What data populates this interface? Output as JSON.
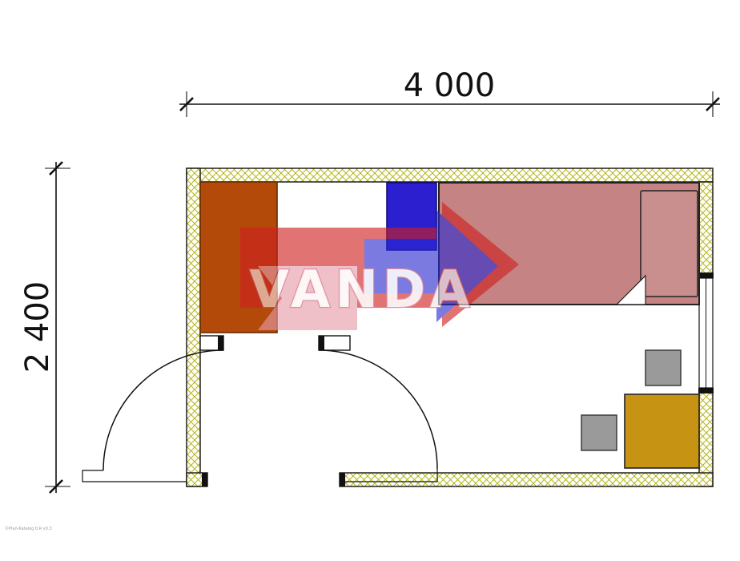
{
  "drawing": {
    "kind": "floor-plan",
    "dimension_width_label": "4 000",
    "dimension_height_label": "2 400",
    "watermark_text": "VANDA",
    "fine_print": "©Plan-Katalog 0.R v0.3"
  },
  "colors": {
    "wall_hatch": "#b5b51c",
    "wall_outline": "#111111",
    "wardrobe": "#b34a0a",
    "wardrobe_outline": "#6b2a00",
    "nightstand": "#2b1fd0",
    "nightstand_outline": "#151078",
    "bed": "#c68383",
    "bed_outline": "#222222",
    "pillow": "#c98e8e",
    "desk": "#c79312",
    "desk_outline": "#222222",
    "chair": "#9a9a9a",
    "chair_outline": "#3a3a3a",
    "watermark_red": "#cf1f1f",
    "watermark_blue": "#2a2ad0",
    "watermark_pink": "#e89aa8",
    "watermark_text_stroke": "#cc4f66",
    "dimension_color": "#111111"
  },
  "furniture_present": [
    "wardrobe",
    "nightstand",
    "single-bed-with-pillow",
    "desk",
    "chair",
    "chair"
  ],
  "openings_present": [
    "double-entry-door-bottom-left",
    "window-right-wall"
  ]
}
